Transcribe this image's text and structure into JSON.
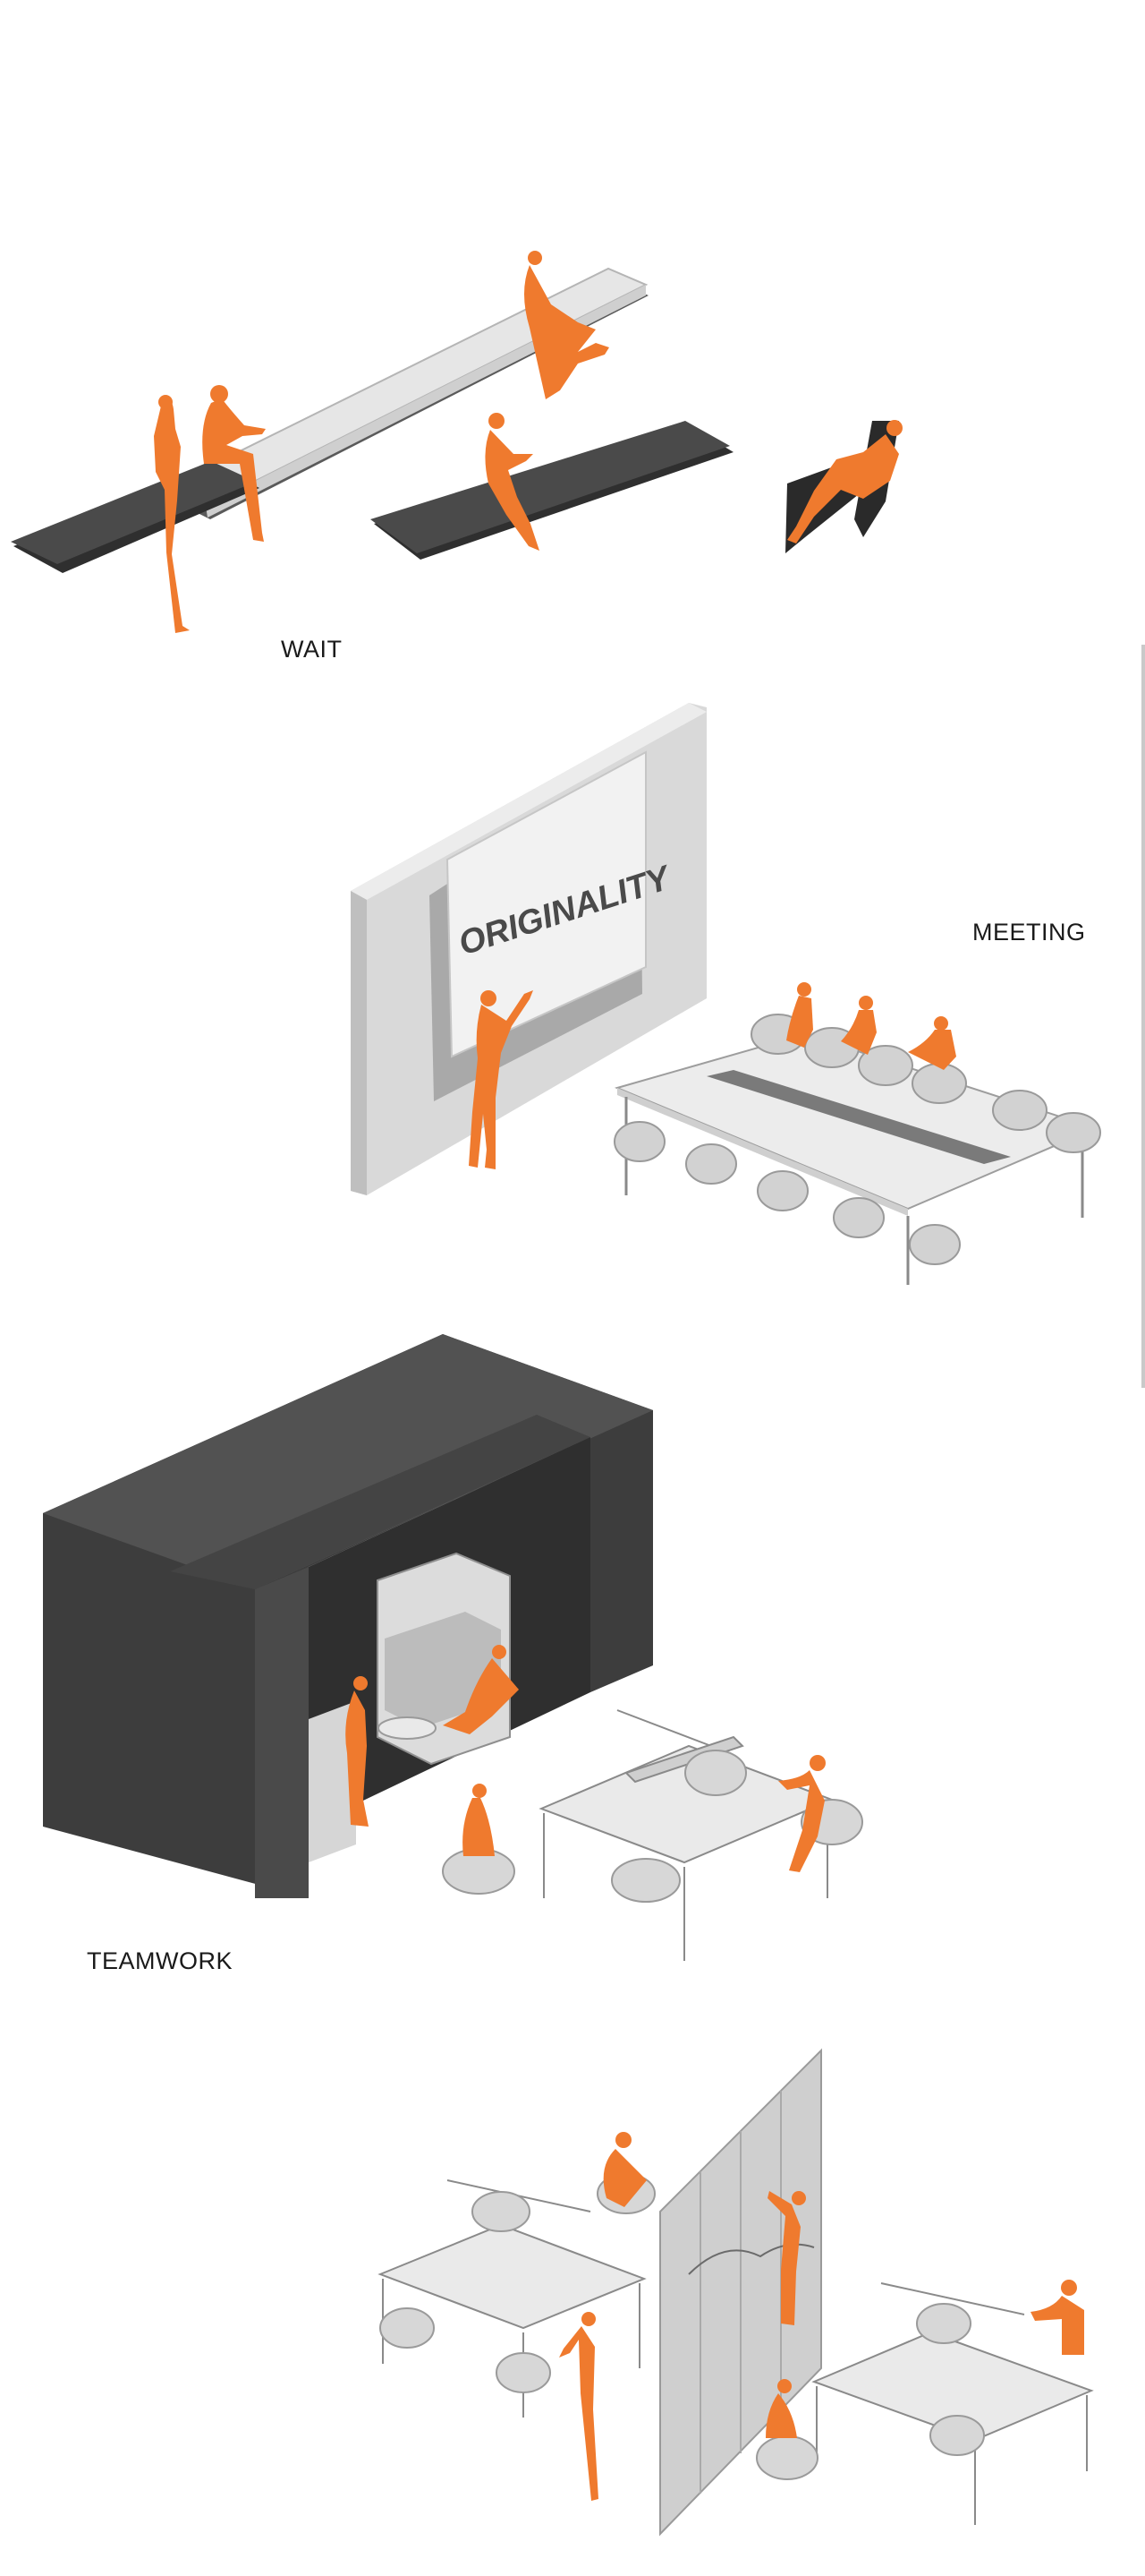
{
  "labels": {
    "wait": "WAIT",
    "meeting": "MEETING",
    "teamwork": "TEAMWORK"
  },
  "board_text": "ORIGINALITY",
  "colors": {
    "figure": "#EF7A2E",
    "dark": "#3D3D3D",
    "light": "#E4E4E4",
    "mid": "#BDBDBD",
    "line": "#8A8A8A"
  }
}
